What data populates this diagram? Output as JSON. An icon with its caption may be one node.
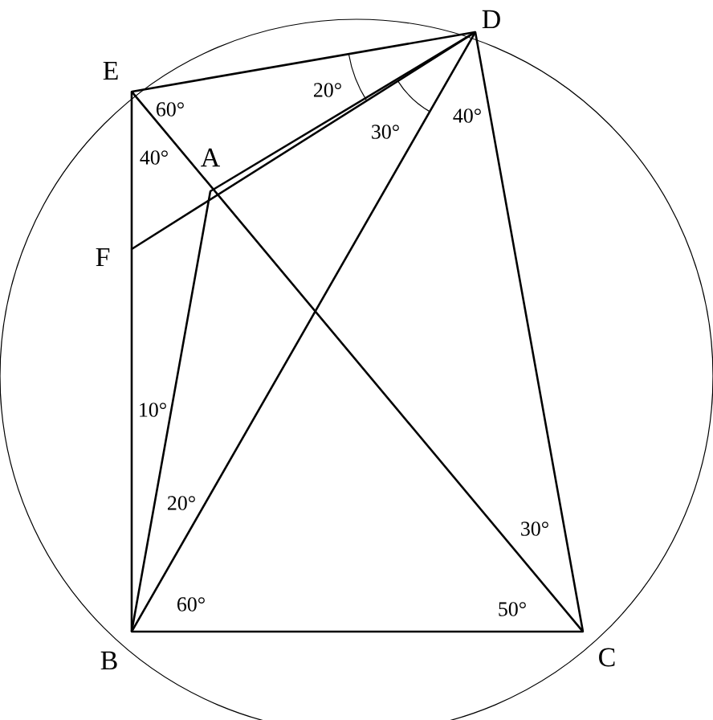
{
  "diagram": {
    "nodes": [
      {
        "text": [
          "E"
        ]
      },
      {
        "text": [
          "D"
        ]
      },
      {
        "text": [
          "A"
        ]
      },
      {
        "text": [
          "F"
        ]
      },
      {
        "text": [
          "B"
        ]
      },
      {
        "text": [
          "C"
        ]
      }
    ],
    "edges": [
      {
        "from": 0,
        "to": 1,
        "arrow": "none"
      },
      {
        "from": 0,
        "to": 3,
        "arrow": "none"
      },
      {
        "from": 3,
        "to": 4,
        "arrow": "none"
      },
      {
        "from": 0,
        "to": 5,
        "arrow": "none"
      },
      {
        "from": 1,
        "to": 2,
        "arrow": "none"
      },
      {
        "from": 1,
        "to": 3,
        "arrow": "none"
      },
      {
        "from": 4,
        "to": 2,
        "arrow": "none"
      },
      {
        "from": 4,
        "to": 1,
        "arrow": "none"
      },
      {
        "from": 1,
        "to": 5,
        "arrow": "none"
      },
      {
        "from": 4,
        "to": 5,
        "arrow": "none"
      }
    ],
    "labels": [
      "60°",
      "40°",
      "20°",
      "30°",
      "40°",
      "10°",
      "20°",
      "60°",
      "30°",
      "50°"
    ]
  }
}
